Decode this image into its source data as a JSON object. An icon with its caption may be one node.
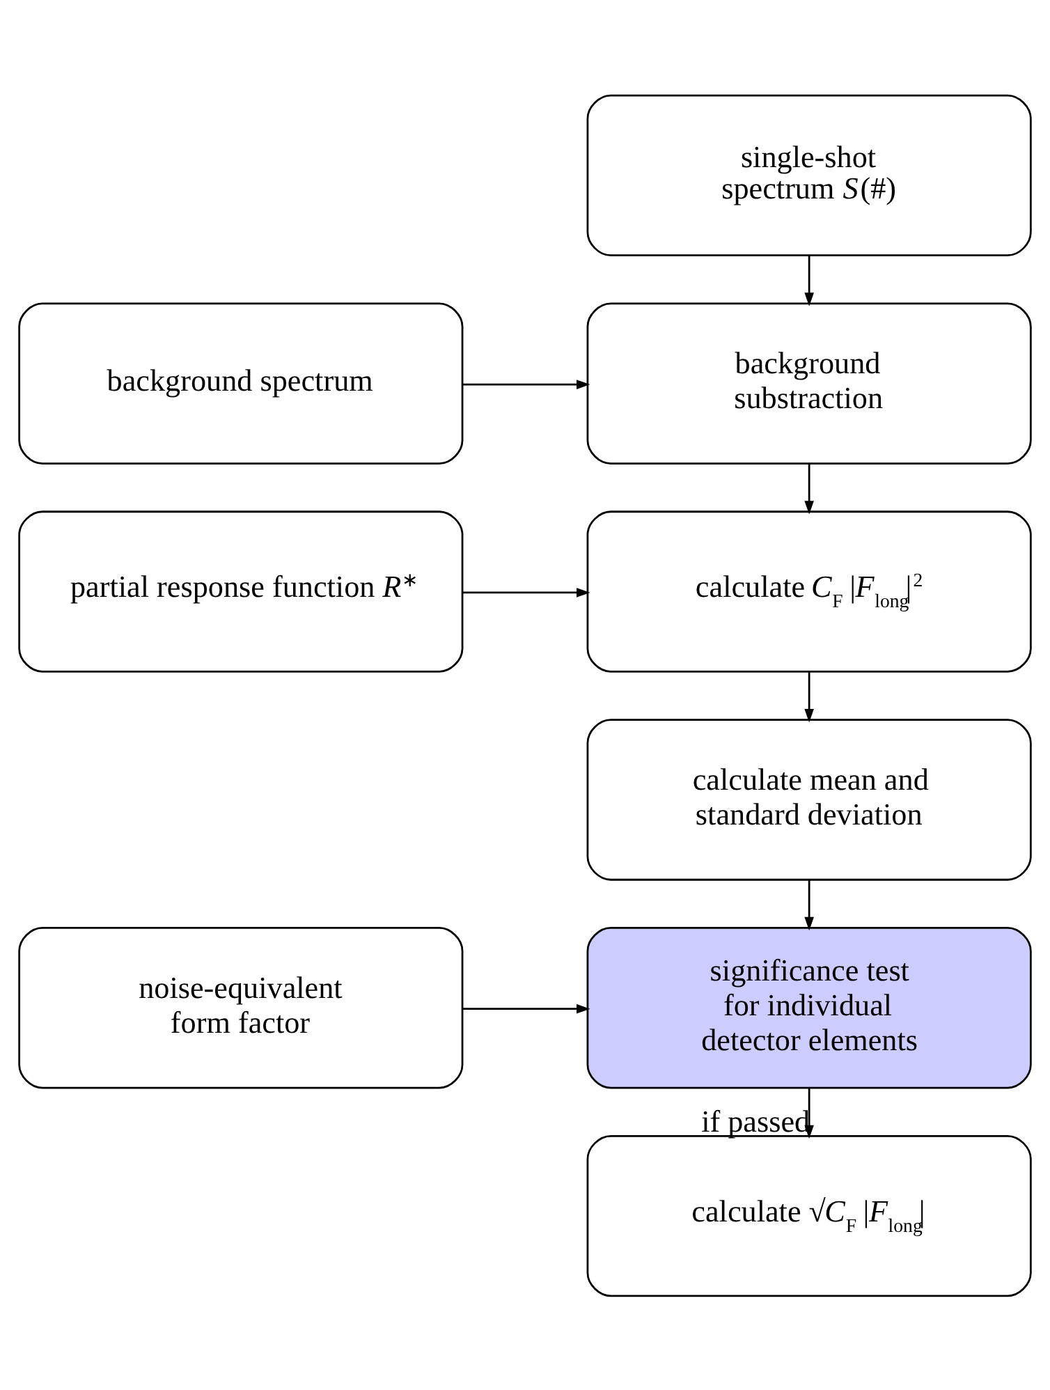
{
  "diagram": {
    "nodes": [
      {
        "text": [
          "single-shot spectrum *S*(#)"
        ]
      },
      {
        "text": [
          "background spectrum"
        ]
      },
      {
        "text": [
          "background substraction"
        ]
      },
      {
        "text": [
          "partial response function *R*$^{∗}$"
        ]
      },
      {
        "text": [
          "calculate *C*$_{F}$ |*F*$_{long}$|$^{2}$"
        ]
      },
      {
        "text": [
          "calculate mean and standard deviation"
        ]
      },
      {
        "text": [
          "noise-equivalent form factor"
        ]
      },
      {
        "text": [
          "significance test for individual detector elements"
        ]
      },
      {
        "text": [
          "calculate √*C*$_{F}$ |*F*$_{long}$|"
        ]
      }
    ],
    "edges": [
      {
        "from": 0,
        "to": 2,
        "arrow": "to"
      },
      {
        "from": 1,
        "to": 2,
        "arrow": "to"
      },
      {
        "from": 2,
        "to": 4,
        "arrow": "to"
      },
      {
        "from": 3,
        "to": 4,
        "arrow": "to"
      },
      {
        "from": 4,
        "to": 5,
        "arrow": "to"
      },
      {
        "from": 5,
        "to": 7,
        "arrow": "to"
      },
      {
        "from": 6,
        "to": 7,
        "arrow": "to"
      },
      {
        "from": 7,
        "to": 8,
        "arrow": "to",
        "label": "if passed"
      }
    ]
  }
}
